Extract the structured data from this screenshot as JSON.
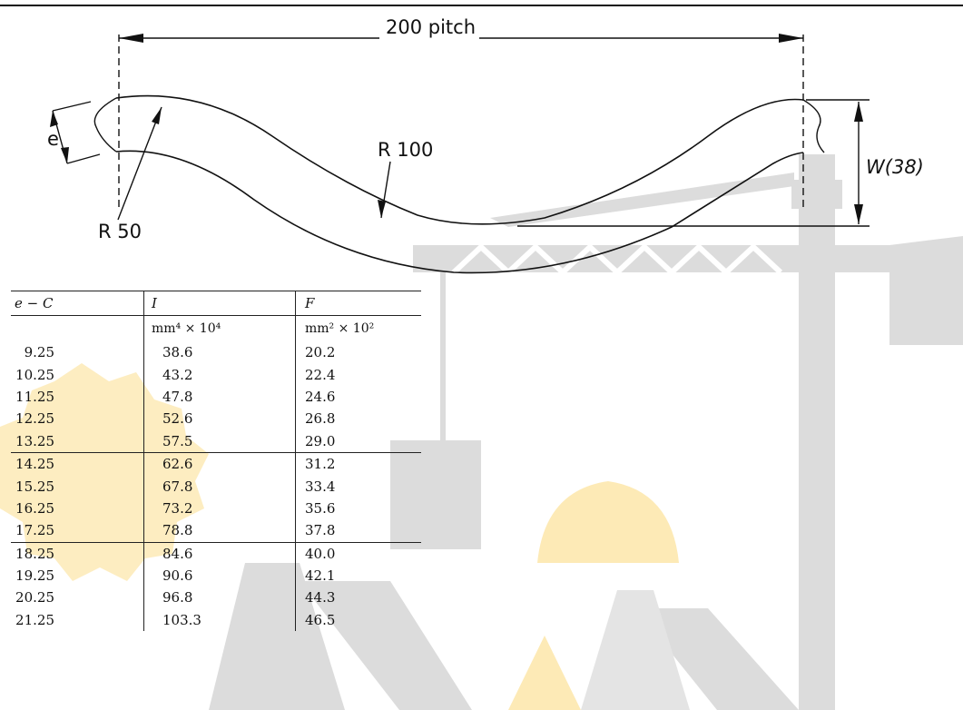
{
  "drawing": {
    "pitch_label": "200 pitch",
    "e_label": "e",
    "radius_small": "R 50",
    "radius_large": "R 100",
    "width_label": "W(38)"
  },
  "table": {
    "headers": [
      "e − C",
      "I",
      "F"
    ],
    "units": [
      "",
      "mm⁴ × 10⁴",
      "mm² × 10²"
    ],
    "rows": [
      [
        "9.25",
        "38.6",
        "20.2"
      ],
      [
        "10.25",
        "43.2",
        "22.4"
      ],
      [
        "11.25",
        "47.8",
        "24.6"
      ],
      [
        "12.25",
        "52.6",
        "26.8"
      ],
      [
        "13.25",
        "57.5",
        "29.0"
      ],
      [
        "14.25",
        "62.6",
        "31.2"
      ],
      [
        "15.25",
        "67.8",
        "33.4"
      ],
      [
        "16.25",
        "73.2",
        "35.6"
      ],
      [
        "17.25",
        "78.8",
        "37.8"
      ],
      [
        "18.25",
        "84.6",
        "40.0"
      ],
      [
        "19.25",
        "90.6",
        "42.1"
      ],
      [
        "20.25",
        "96.8",
        "44.3"
      ],
      [
        "21.25",
        "103.3",
        "46.5"
      ]
    ]
  },
  "colors": {
    "watermark_gray": "#d9d9d9",
    "watermark_yellow": "#fde9b0",
    "line": "#111111"
  }
}
